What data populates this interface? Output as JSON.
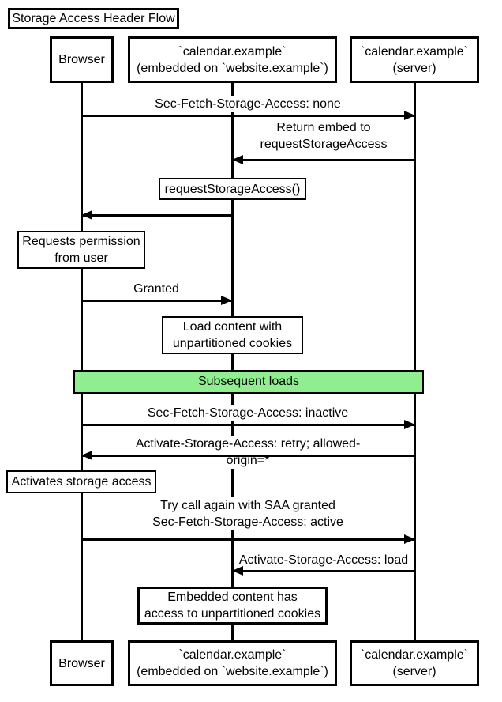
{
  "diagram_type": "sequence-diagram",
  "title": "Storage Access Header Flow",
  "actors": [
    {
      "id": "browser",
      "label": "Browser"
    },
    {
      "id": "embed",
      "label": "`calendar.example`\n(embedded on `website.example`)"
    },
    {
      "id": "server",
      "label": "`calendar.example`\n(server)"
    }
  ],
  "messages": [
    {
      "label": "Sec-Fetch-Storage-Access: none",
      "from": "browser",
      "to": "server"
    },
    {
      "label": "Return embed to\nrequestStorageAccess",
      "from": "server",
      "to": "embed"
    },
    {
      "label": "",
      "from": "embed",
      "to": "browser"
    },
    {
      "label": "Granted",
      "from": "browser",
      "to": "embed"
    },
    {
      "label": "Sec-Fetch-Storage-Access: inactive",
      "from": "browser",
      "to": "server"
    },
    {
      "label": "Activate-Storage-Access: retry; allowed-origin=*",
      "from": "server",
      "to": "browser"
    },
    {
      "label": "Try call again with SAA granted\nSec-Fetch-Storage-Access: active",
      "from": "browser",
      "to": "server"
    },
    {
      "label": "Activate-Storage-Access: load",
      "from": "server",
      "to": "embed"
    }
  ],
  "notes": [
    {
      "label": "requestStorageAccess()",
      "over": "embed"
    },
    {
      "label": "Requests permission\nfrom user",
      "over": "browser"
    },
    {
      "label": "Load content with\nunpartitioned cookies",
      "over": "embed"
    },
    {
      "label": "Activates storage access",
      "over": "browser"
    },
    {
      "label": "Embedded content has\naccess to unpartitioned cookies",
      "over": "embed"
    }
  ],
  "band": {
    "label": "Subsequent loads",
    "fill": "#90EE90"
  },
  "colors": {
    "stroke": "#000000",
    "text": "#000000",
    "box_fill": "#FFFFFF",
    "background": "#FFFFFF",
    "band_fill": "#90EE90"
  }
}
